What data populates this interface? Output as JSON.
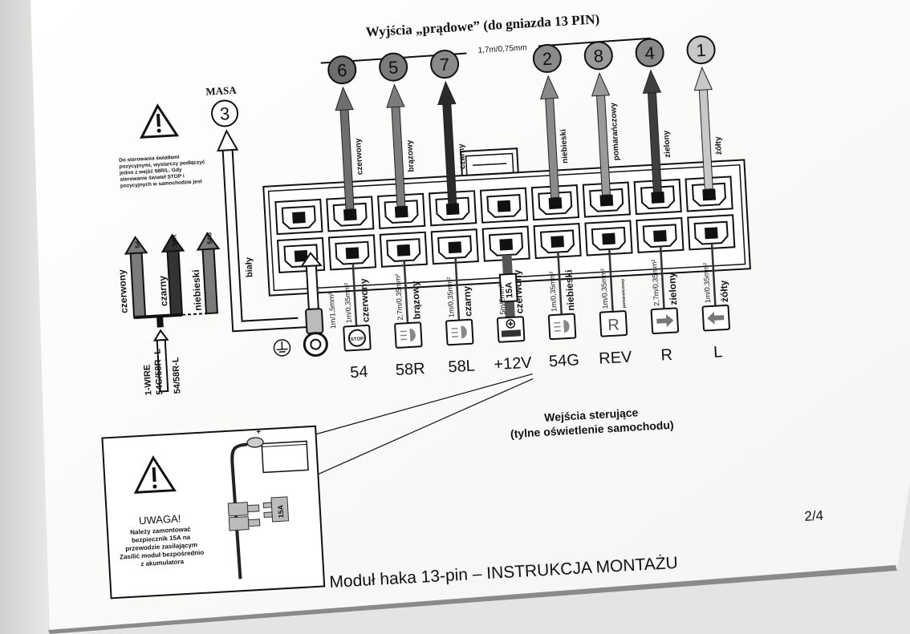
{
  "header": {
    "title": "Wyjścia „prądowe” (do gniazda 13 PIN)",
    "cable_spec": "1,7m/0,75mm"
  },
  "ground": {
    "label": "MASA",
    "pin": "3",
    "wire_color": "biały",
    "wire_spec": "1m/1,5mm²"
  },
  "output_pins": [
    {
      "pin": "6",
      "color_name": "czerwony",
      "fill": "#6e6e6e"
    },
    {
      "pin": "5",
      "color_name": "brązowy",
      "fill": "#7c7c7c"
    },
    {
      "pin": "7",
      "color_name": "czarny",
      "fill": "#2a2a2a"
    },
    {
      "pin": "2",
      "color_name": "niebieski",
      "fill": "#8a8a8a"
    },
    {
      "pin": "8",
      "color_name": "pomarańczowy",
      "fill": "#9a9a9a"
    },
    {
      "pin": "4",
      "color_name": "zielony",
      "fill": "#3e3e3e"
    },
    {
      "pin": "1",
      "color_name": "żółty",
      "fill": "#c8c8c8"
    }
  ],
  "left_note": {
    "warning_text": "Do sterowania światłami pozycyjnymi, wystarczy podłączyć jedno z wejść 58R/L. Gdy sterowanie świateł STOP i pozycyjnych w samochodzie jest",
    "branches": [
      {
        "label": "54",
        "color_name": "czerwony"
      },
      {
        "label": "58R",
        "color_name": "czarny"
      },
      {
        "label": "54G",
        "color_name": "niebieski"
      }
    ],
    "input_label_1": "1-WIRE",
    "input_label_2": "54G/58R- L",
    "input_label_3": "54/58R-L"
  },
  "control_inputs": [
    {
      "name": "54",
      "wire_spec": "1m/0,35mm²",
      "color_name": "czerwony",
      "icon": "stop-icon"
    },
    {
      "name": "58R",
      "wire_spec": "2,7m/0,35mm²",
      "color_name": "brązowy",
      "icon": "rear-light-right-icon"
    },
    {
      "name": "58L",
      "wire_spec": "1m/0,35mm²",
      "color_name": "czarny",
      "icon": "rear-light-left-icon"
    },
    {
      "name": "+12V",
      "wire_spec": "5m/2mm²",
      "color_name": "czerwony",
      "icon": "battery-icon",
      "fuse": "15A"
    },
    {
      "name": "54G",
      "wire_spec": "1m/0,35mm²",
      "color_name": "niebieski",
      "icon": "fog-light-icon"
    },
    {
      "name": "REV",
      "wire_spec": "1m/0,35mm²",
      "color_name": "pomarańczowy",
      "icon": "reverse-icon",
      "icon_text": "R"
    },
    {
      "name": "R",
      "wire_spec": "2,7m/0,35mm²",
      "color_name": "zielony",
      "icon": "arrow-right-icon"
    },
    {
      "name": "L",
      "wire_spec": "1m/0,35mm²",
      "color_name": "żółty",
      "icon": "arrow-left-icon"
    }
  ],
  "control_caption": {
    "line1": "Wejścia sterujące",
    "line2": "(tylne oświetlenie samochodu)"
  },
  "warning_box": {
    "title": "UWAGA!",
    "line1": "Należy zamontować",
    "line2": "bezpiecznik 15A na",
    "line3": "przewodzie zasilającym",
    "line4": "Zasilić moduł bezpośrednio",
    "line5": "z akumulatora",
    "fuse_label": "15A",
    "battery_plus": "+"
  },
  "footer": {
    "title": "Moduł haka 13-pin  – INSTRUKCJA MONTAŻU",
    "page": "2/4"
  }
}
